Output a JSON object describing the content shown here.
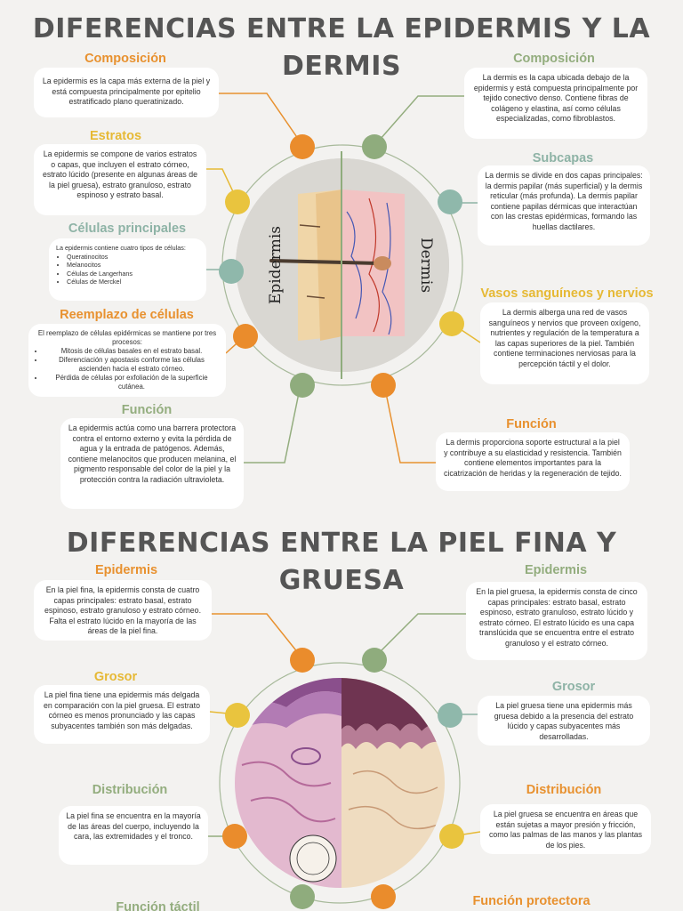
{
  "section1": {
    "title_line1": "DIFERENCIAS ENTRE LA EPIDERMIS Y LA",
    "title_line2": "DERMIS",
    "image_labels": {
      "left": "Epidermis",
      "right": "Dermis"
    },
    "left": {
      "composicion": {
        "heading": "Composición",
        "text": "La epidermis es la capa más externa de la piel y está compuesta principalmente por epitelio estratificado plano queratinizado."
      },
      "estratos": {
        "heading": "Estratos",
        "text": "La epidermis se compone de varios estratos o capas, que incluyen el estrato córneo, estrato lúcido (presente en algunas áreas de la piel gruesa), estrato granuloso, estrato espinoso y estrato basal."
      },
      "celulas": {
        "heading": "Células principales",
        "intro": "La epidermis contiene cuatro tipos de células:",
        "items": [
          "Queratinocitos",
          "Melanocitos",
          "Células de Langerhans",
          "Células de Merckel"
        ]
      },
      "reemplazo": {
        "heading": "Reemplazo de células",
        "intro": "El reemplazo de células epidérmicas se mantiene por tres procesos:",
        "items": [
          "Mitosis de células basales en el estrato basal.",
          "Diferenciación y apostasis conforme las células ascienden hacia el estrato córneo.",
          "Pérdida de células por exfoliación de la superficie cutánea."
        ]
      },
      "funcion": {
        "heading": "Función",
        "text": "La epidermis actúa como una barrera protectora contra el entorno externo y evita la pérdida de agua y la entrada de patógenos. Además, contiene melanocitos que producen melanina, el pigmento responsable del color de la piel y la protección contra la radiación ultravioleta."
      }
    },
    "right": {
      "composicion": {
        "heading": "Composición",
        "text": "La dermis es la capa ubicada debajo de la epidermis y está compuesta principalmente por tejido conectivo denso. Contiene fibras de colágeno y elastina, así como células especializadas, como fibroblastos."
      },
      "subcapas": {
        "heading": "Subcapas",
        "text": "La dermis se divide en dos capas principales: la dermis papilar (más superficial) y la dermis reticular (más profunda). La dermis papilar contiene papilas dérmicas que interactúan con las crestas epidérmicas, formando las huellas dactilares."
      },
      "vasos": {
        "heading": "Vasos sanguíneos y nervios",
        "text": "La dermis alberga una red de vasos sanguíneos y nervios que proveen oxígeno, nutrientes y regulación de la temperatura a las capas superiores de la piel. También contiene terminaciones nerviosas para la percepción táctil y el dolor."
      },
      "funcion": {
        "heading": "Función",
        "text": "La dermis proporciona soporte estructural a la piel y contribuye a su elasticidad y resistencia. También contiene elementos importantes para la cicatrización de heridas y la regeneración de tejido."
      }
    }
  },
  "section2": {
    "title_line1": "DIFERENCIAS ENTRE LA PIEL FINA Y",
    "title_line2": "GRUESA",
    "left": {
      "epidermis": {
        "heading": "Epidermis",
        "text": "En la piel fina, la epidermis consta de cuatro capas principales: estrato basal, estrato espinoso, estrato granuloso y estrato córneo. Falta el estrato lúcido en la mayoría de las áreas de la piel fina."
      },
      "grosor": {
        "heading": "Grosor",
        "text": "La piel fina tiene una epidermis más delgada en comparación con la piel gruesa. El estrato córneo es menos pronunciado y las capas subyacentes también son más delgadas."
      },
      "distribucion": {
        "heading": "Distribución",
        "text": "La piel fina se encuentra en la mayoría de las áreas del cuerpo, incluyendo la cara, las extremidades y el tronco."
      },
      "funcion": {
        "heading": "Función táctil"
      }
    },
    "right": {
      "epidermis": {
        "heading": "Epidermis",
        "text": "En la piel gruesa, la epidermis consta de cinco capas principales: estrato basal, estrato espinoso, estrato granuloso, estrato lúcido y estrato córneo. El estrato lúcido es una capa translúcida que se encuentra entre el estrato granuloso y el estrato córneo."
      },
      "grosor": {
        "heading": "Grosor",
        "text": "La piel gruesa tiene una epidermis más gruesa debido a la presencia del estrato lúcido y capas subyacentes más desarrolladas."
      },
      "distribucion": {
        "heading": "Distribución",
        "text": "La piel gruesa se encuentra en áreas que están sujetas a mayor presión y fricción, como las palmas de las manos y las plantas de los pies."
      },
      "funcion": {
        "heading": "Función protectora"
      }
    }
  },
  "colors": {
    "orange": "#ea8c2c",
    "green": "#8fac7d",
    "teal": "#8fb8ab",
    "yellow": "#e9c43e",
    "title": "#555555"
  }
}
